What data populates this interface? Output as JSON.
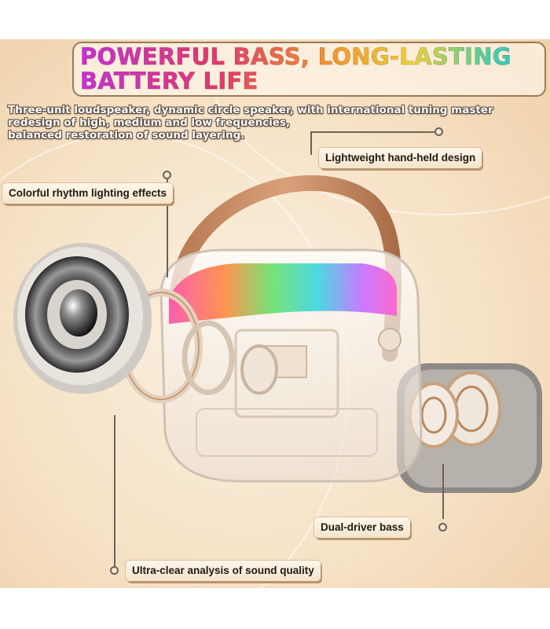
{
  "headline": "POWERFUL BASS, LONG-LASTING BATTERY LIFE",
  "description": [
    "Three-unit loudspeaker, dynamic circle speaker, with international tuning master",
    "redesign of high, medium and low frequencies,",
    "balanced restoration of sound layering."
  ],
  "callouts": {
    "lightweight": "Lightweight hand-held design",
    "lighting": "Colorful rhythm lighting effects",
    "bass": "Dual-driver bass",
    "clarity": "Ultra-clear analysis of sound quality"
  },
  "icons": [
    "speaker-driver-icon",
    "handle-strap",
    "rgb-light-strip"
  ],
  "colors": {
    "headline_gradient": [
      "#c431d6",
      "#e03a6b",
      "#f29a2e",
      "#e8d23a",
      "#49d1a2",
      "#2bb7d8"
    ],
    "background": "#f6e2c6",
    "strap": "#c98c62",
    "callout_bg": "#f5e4cb"
  }
}
